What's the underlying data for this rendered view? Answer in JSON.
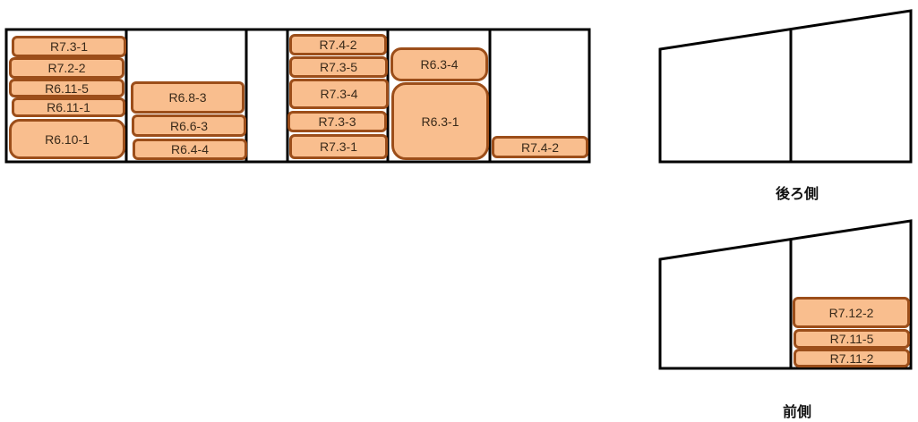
{
  "colors": {
    "box_fill": "#F9BE8E",
    "box_border": "#9C4E1A",
    "line": "#000000"
  },
  "shelf": {
    "col1": [
      "R7.3-1",
      "R7.2-2",
      "R6.11-5",
      "R6.11-1",
      "R6.10-1"
    ],
    "col2": [
      "R6.8-3",
      "R6.6-3",
      "R6.4-4"
    ],
    "col4": [
      "R7.4-2",
      "R7.3-5",
      "R7.3-4",
      "R7.3-3",
      "R7.3-1"
    ],
    "col5": [
      "R6.3-4",
      "R6.3-1"
    ],
    "col6": [
      "R7.4-2"
    ]
  },
  "back": {
    "label": "後ろ側"
  },
  "front": {
    "label": "前側",
    "boxes": [
      "R7.12-2",
      "R7.11-5",
      "R7.11-2"
    ]
  }
}
